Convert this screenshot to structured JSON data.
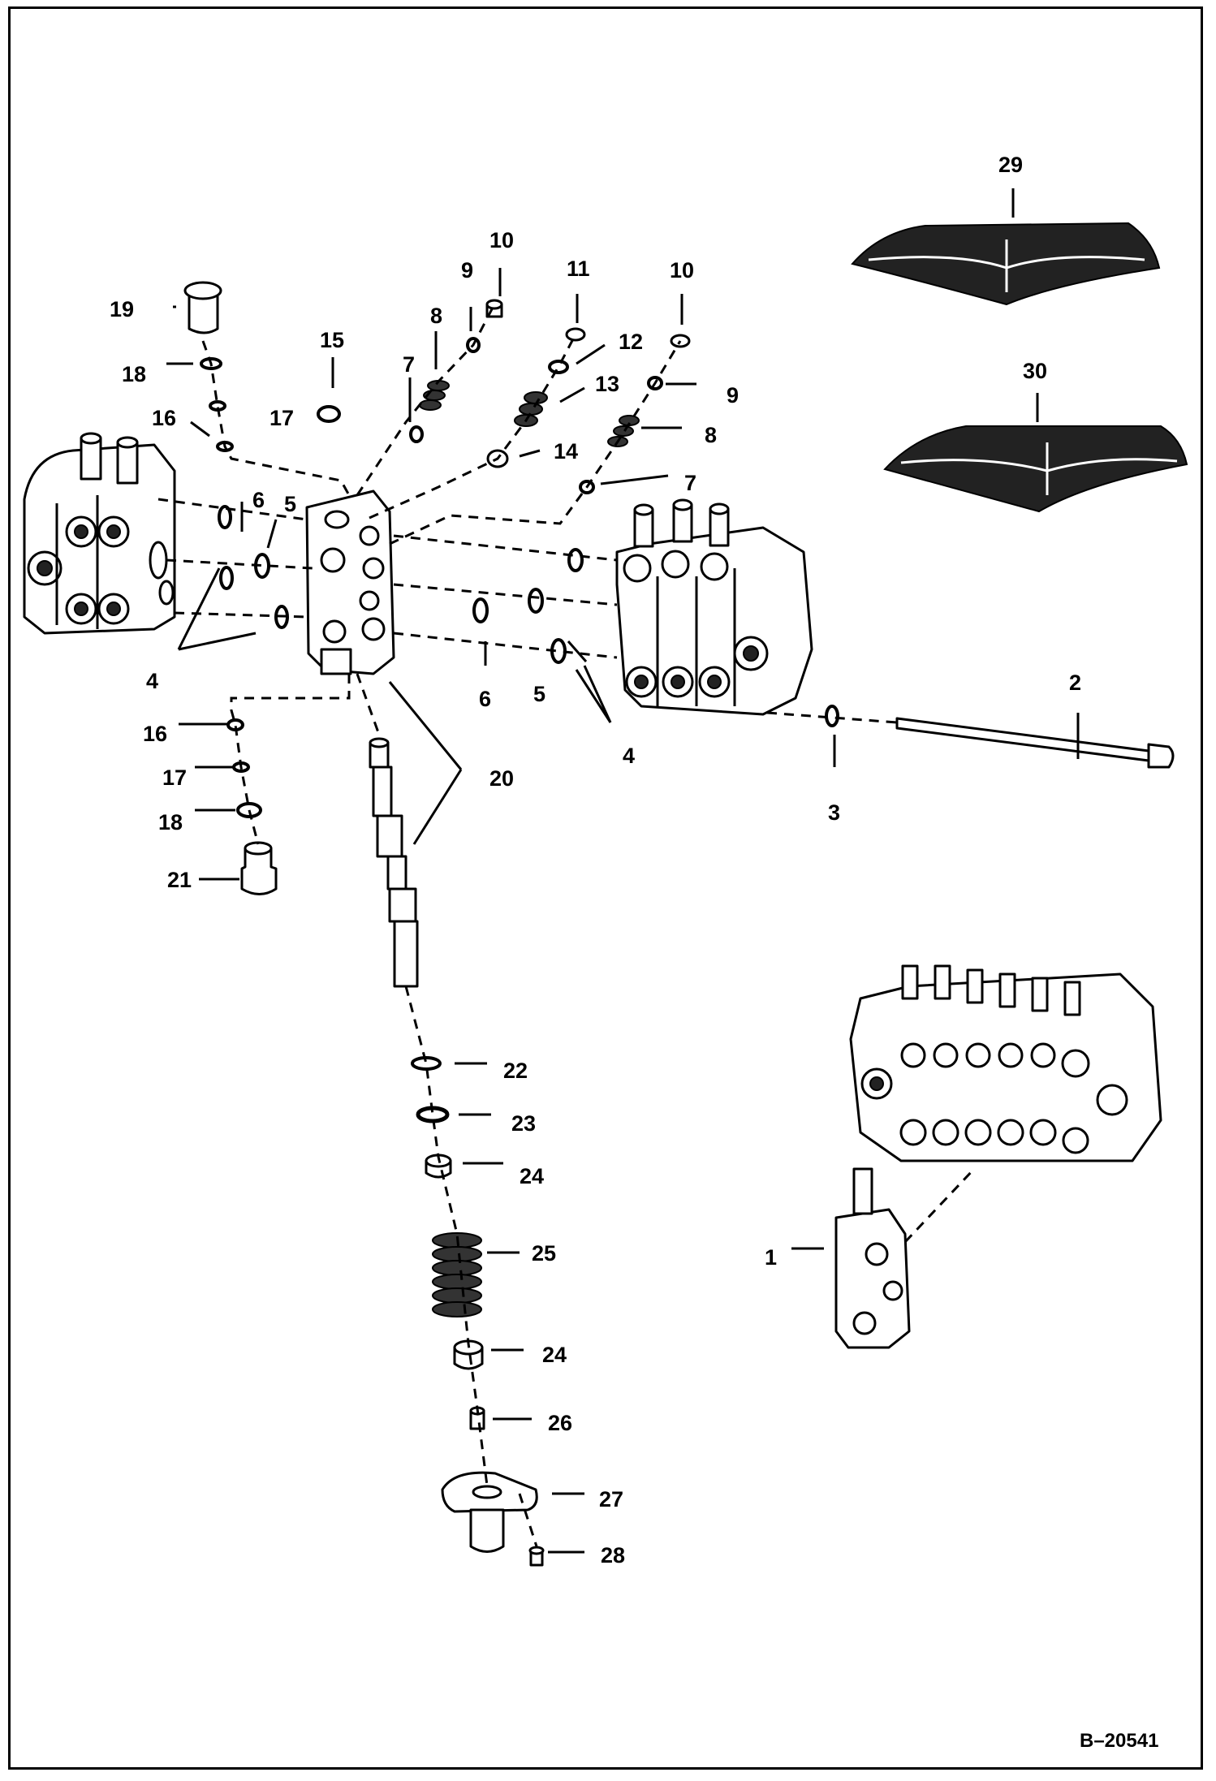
{
  "drawing": {
    "reference_number": "B–20541"
  },
  "callouts": {
    "c1": "1",
    "c2": "2",
    "c3": "3",
    "c4a": "4",
    "c4b": "4",
    "c5a": "5",
    "c5b": "5",
    "c6a": "6",
    "c6b": "6",
    "c7a": "7",
    "c7b": "7",
    "c8a": "8",
    "c8b": "8",
    "c9a": "9",
    "c9b": "9",
    "c10a": "10",
    "c10b": "10",
    "c11": "11",
    "c12": "12",
    "c13": "13",
    "c14": "14",
    "c15": "15",
    "c16a": "16",
    "c16b": "16",
    "c17a": "17",
    "c17b": "17",
    "c18a": "18",
    "c18b": "18",
    "c19": "19",
    "c20": "20",
    "c21": "21",
    "c22": "22",
    "c23": "23",
    "c24a": "24",
    "c24b": "24",
    "c25": "25",
    "c26": "26",
    "c27": "27",
    "c28": "28",
    "c29": "29",
    "c30": "30"
  }
}
